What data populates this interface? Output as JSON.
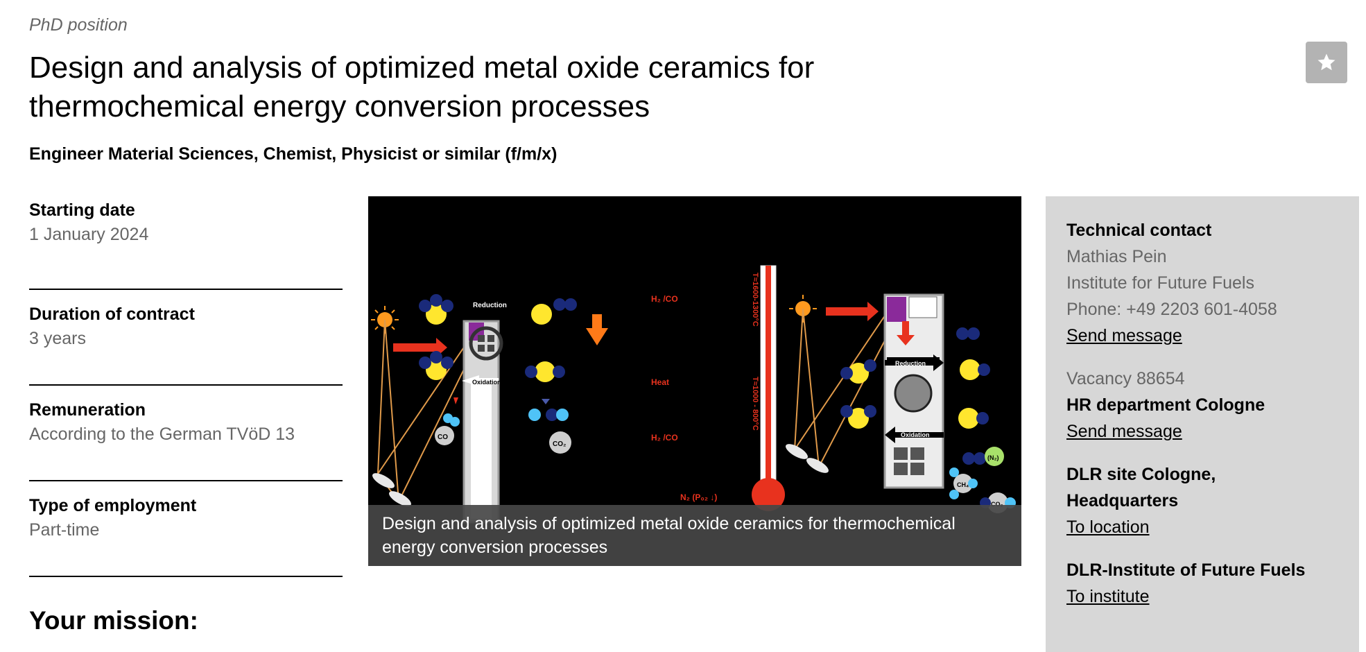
{
  "header": {
    "kicker": "PhD position",
    "title": "Design and analysis of optimized metal oxide ceramics for thermochemical energy conversion processes",
    "subtitle": "Engineer Material Sciences, Chemist, Physicist or similar (f/m/x)",
    "favorite_icon": "star-icon"
  },
  "facts": [
    {
      "label": "Starting date",
      "value": "1 January 2024"
    },
    {
      "label": "Duration of contract",
      "value": "3 years"
    },
    {
      "label": "Remuneration",
      "value": "According to the German TVöD 13"
    },
    {
      "label": "Type of employment",
      "value": "Part-time"
    }
  ],
  "figure": {
    "caption": "Design and analysis of optimized metal oxide ceramics for thermochemical energy conversion processes",
    "labels": {
      "reduction": "Reduction",
      "oxidation": "Oxidation",
      "h2co_top": "H₂ /CO",
      "heat": "Heat",
      "h2co_bottom": "H₂ /CO",
      "n2": "N₂ (P₀₂ ↓)",
      "temp_high": "T≈1600-1300°C",
      "temp_low": "T≈1000 - 800°C",
      "co": "CO",
      "co2": "CO₂",
      "ch4": "CH₄",
      "n2_right": "(N₂)"
    }
  },
  "sidebar": {
    "technical_contact_label": "Technical contact",
    "contact_name": "Mathias Pein",
    "contact_institute": "Institute for Future Fuels",
    "contact_phone": "Phone: +49 2203 601-4058",
    "send_message_1": "Send message",
    "vacancy": "Vacancy 88654",
    "hr_department": "HR department Cologne",
    "send_message_2": "Send message",
    "site_line1": "DLR site Cologne,",
    "site_line2": "Headquarters",
    "to_location": "To location",
    "institute_name": "DLR-Institute of Future Fuels",
    "to_institute": "To institute"
  },
  "mission": {
    "heading": "Your mission:"
  },
  "colors": {
    "muted_text": "#666666",
    "sidebar_bg": "#d7d7d7",
    "button_bg": "#b3b3b3",
    "caption_bg": "#464646"
  }
}
